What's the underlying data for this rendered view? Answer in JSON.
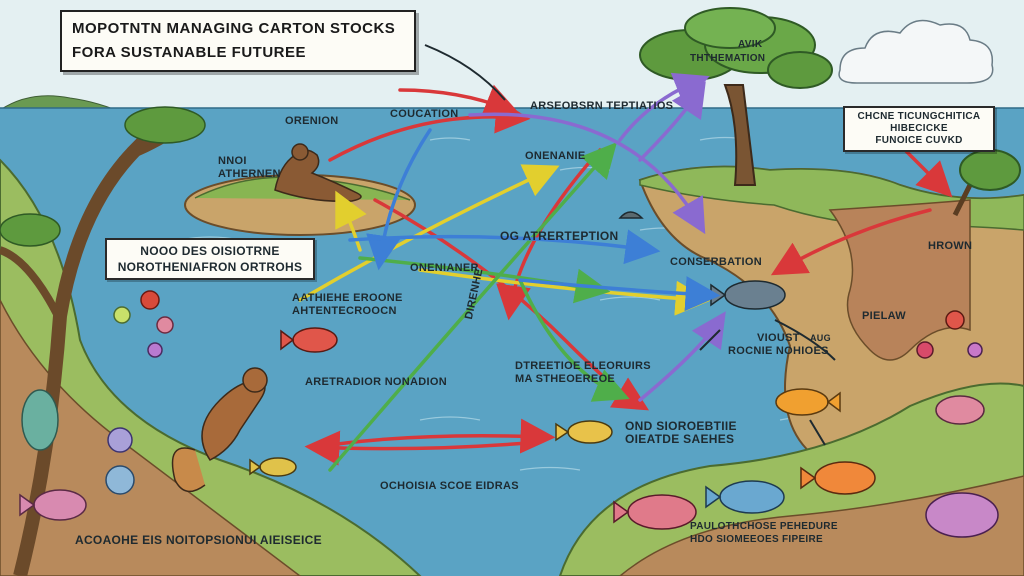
{
  "title": {
    "line1": "MOPOTNTN MANAGING CARTON STOCKS",
    "line2": "FORA SUSTANABLE FUTUREE"
  },
  "labels": {
    "tree_title_1": "AVIK",
    "tree_title_2": "THTHEMATION",
    "right_box_1": "CHCNE TICUNGCHITICA",
    "right_box_2": "HIBECICKE",
    "right_box_3": "FUNOICE CUVKD",
    "left_box_1": "NOOO DES OISIOTRNE",
    "left_box_2": "NOROTHENIAFRON ORTROHS",
    "orenion": "ORENION",
    "nnoi_1": "NNOI",
    "nnoi_2": "ATHERNEN",
    "coucation": "COUCATION",
    "arrow_top": "ARSEOBSRN TEPTIATIOS",
    "onenanie": "ONENANIE",
    "middle_center": "OG ATRERTEPTION",
    "onenianer": "ONENIANER",
    "conservation": "CONSERBATION",
    "hrown": "HROWN",
    "athiehe_1": "AATHIEHE EROONE",
    "athiehe_2": "AHTENTECROOCN",
    "diagonal": "DIRENHE",
    "pielaw": "PIELAW",
    "vioust_1": "VIOUST",
    "vioust_2": "ROCNIE NOHIOES",
    "aug": "AUG",
    "aretradior": "ARETRADIOR NONADION",
    "dtreeti_1": "DTREETIOE ELEORUIRS",
    "dtreeti_2": "MA STHEOEREOE",
    "ond_1": "OND SIOROEBTIIE",
    "ond_2": "OIEATDE SAEHES",
    "ochoisa": "OCHOISIA SCOE EIDRAS",
    "bottom_left": "ACOAOHE EIS NOITOPSIONUI AIEISEICE",
    "bottom_right_1": "PAULOTHCHOSE PEHEDURE",
    "bottom_right_2": "HDO SIOMEEOES FIPEIRE"
  },
  "colors": {
    "water": "#5aa3c4",
    "sky": "#e4f0f2",
    "grass": "#8fb85a",
    "soil": "#b88a5c",
    "arrow_red": "#d9383a",
    "arrow_yellow": "#e8d84a",
    "arrow_green": "#4fae4a",
    "arrow_blue": "#3d7fd6",
    "arrow_purple": "#8a6ad0"
  }
}
